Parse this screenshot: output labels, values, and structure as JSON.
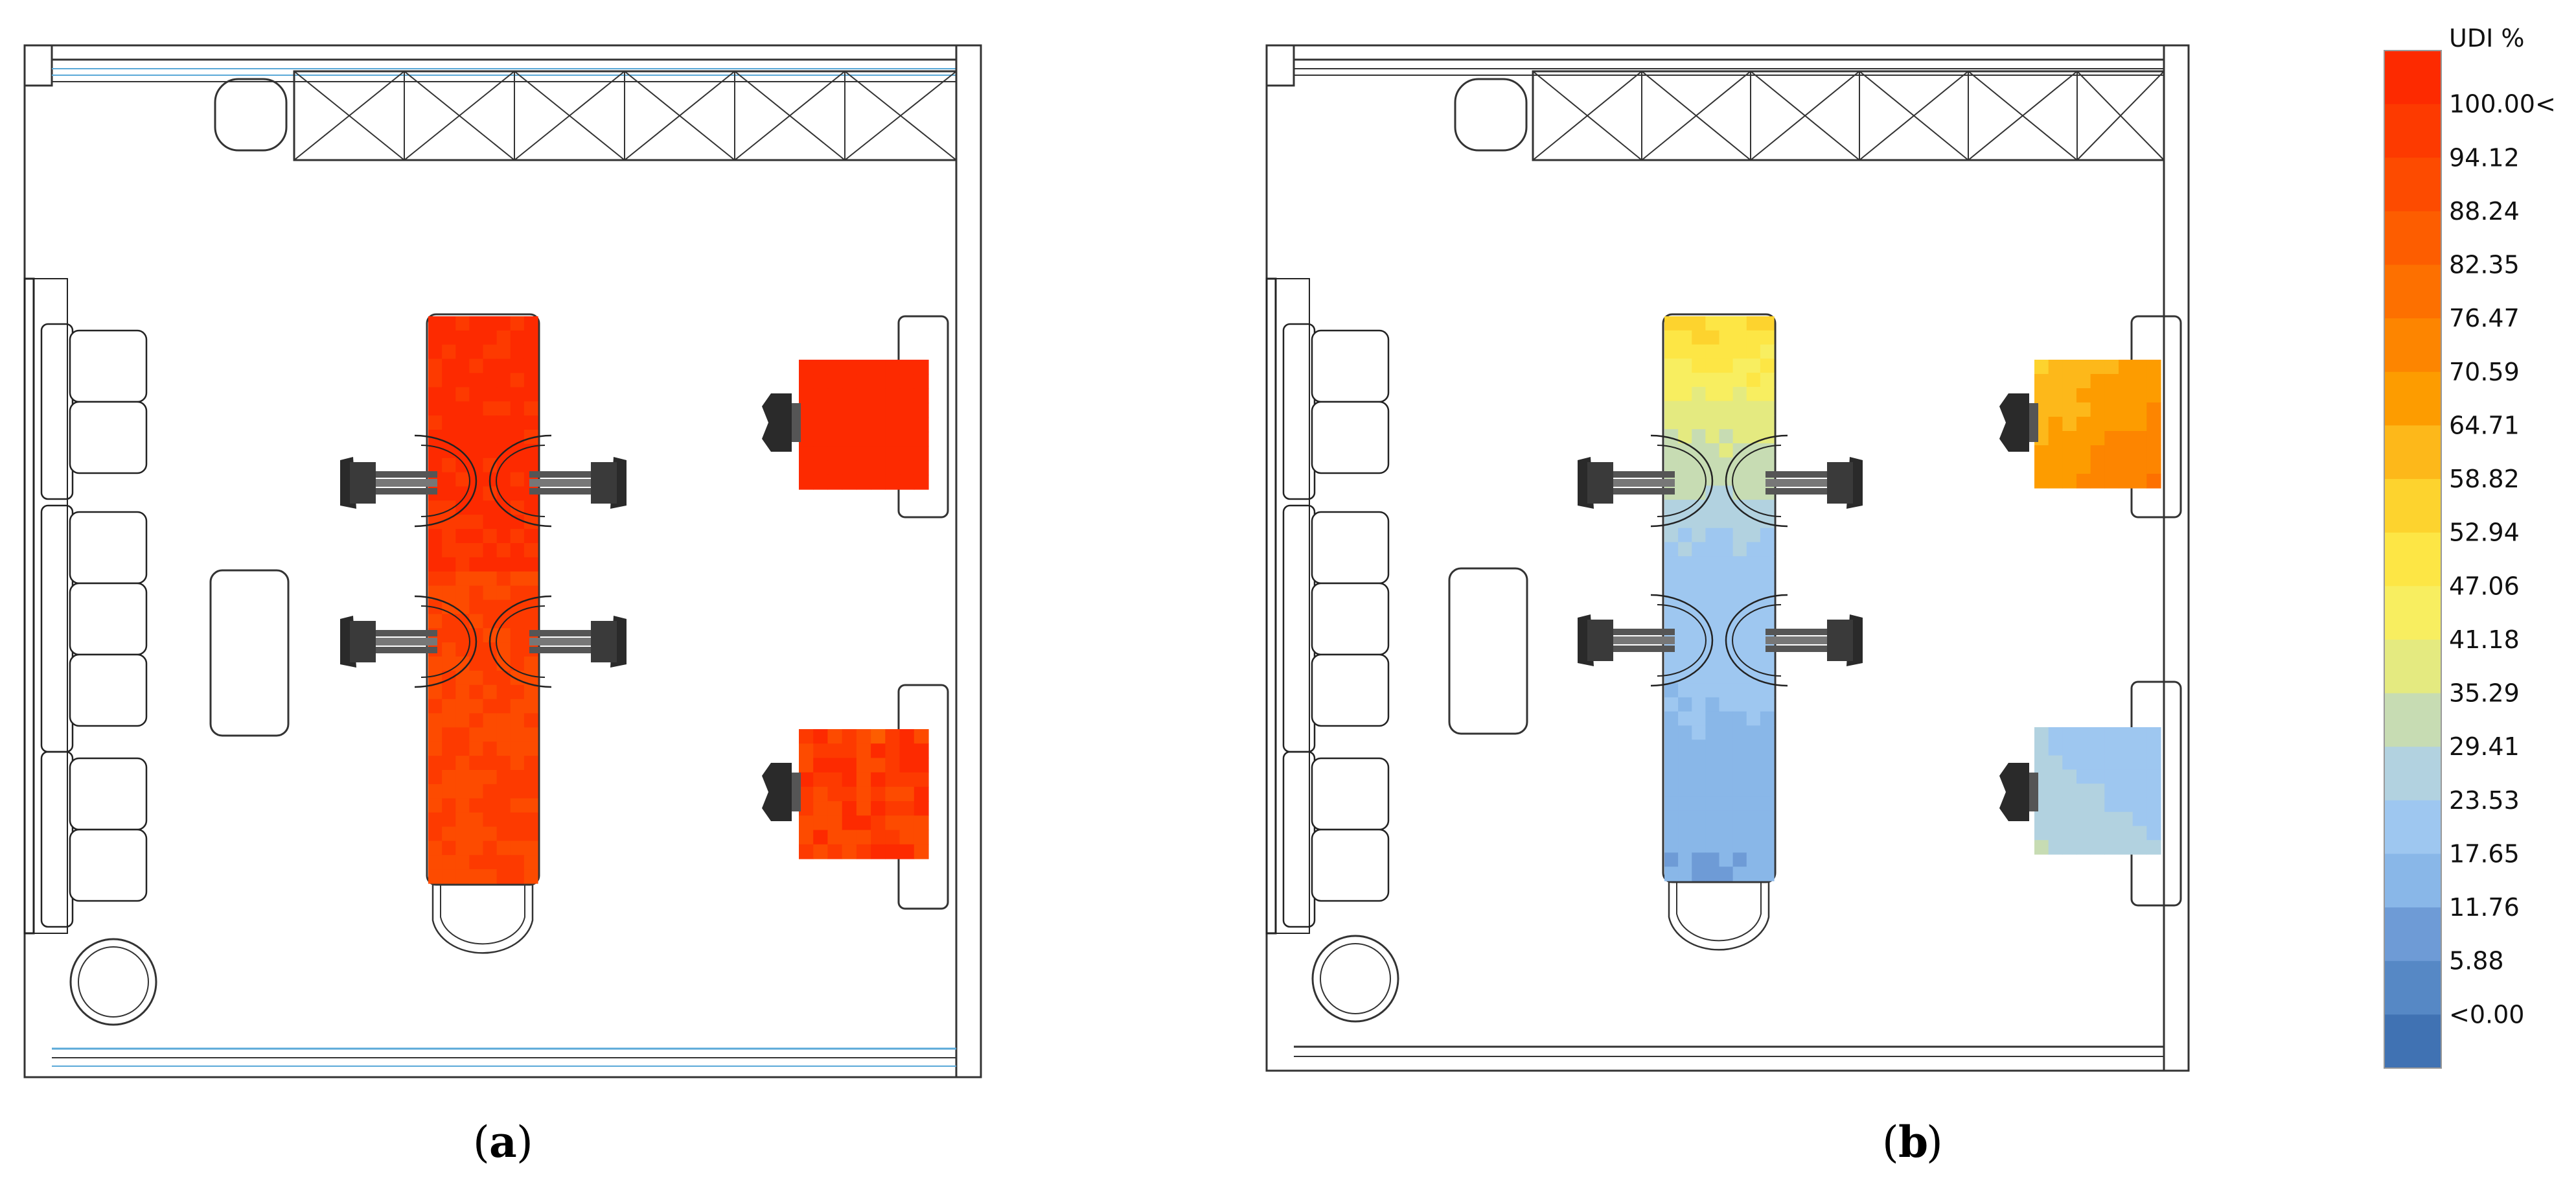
{
  "captions": {
    "a": "a",
    "b": "b"
  },
  "legend": {
    "title": "UDI %",
    "labels": [
      "100.00<",
      "94.12",
      "88.24",
      "82.35",
      "76.47",
      "70.59",
      "64.71",
      "58.82",
      "52.94",
      "47.06",
      "41.18",
      "35.29",
      "29.41",
      "23.53",
      "17.65",
      "11.76",
      "5.88",
      "<0.00"
    ],
    "colors": [
      "#fd2a00",
      "#fd3a00",
      "#fd4b00",
      "#fd5d00",
      "#fd7000",
      "#fd8500",
      "#fd9c00",
      "#fdb81a",
      "#fdd32e",
      "#fde645",
      "#f8ee60",
      "#e4ea80",
      "#c7dcb3",
      "#b2d2e0",
      "#9ec7f0",
      "#89b7e8",
      "#6e9bd6",
      "#5688c5",
      "#4072b3"
    ]
  },
  "panels": [
    {
      "id": "a",
      "udi_zones": [
        {
          "zone": "central-table-upper",
          "udi_percent_range": [
            88.24,
            100
          ]
        },
        {
          "zone": "central-table-lower",
          "udi_percent_range": [
            76.47,
            94.12
          ]
        },
        {
          "zone": "desk-top-right",
          "udi_percent_range": [
            94.12,
            100
          ]
        },
        {
          "zone": "desk-bottom-right",
          "udi_percent_range": [
            82.35,
            100
          ]
        }
      ]
    },
    {
      "id": "b",
      "udi_zones": [
        {
          "zone": "central-table-top",
          "udi_percent_range": [
            29.41,
            47.06
          ]
        },
        {
          "zone": "central-table-middle",
          "udi_percent_range": [
            17.65,
            29.41
          ]
        },
        {
          "zone": "central-table-bottom",
          "udi_percent_range": [
            5.88,
            17.65
          ]
        },
        {
          "zone": "desk-top-right",
          "udi_percent_range": [
            52.94,
            70.59
          ]
        },
        {
          "zone": "desk-bottom-right",
          "udi_percent_range": [
            11.76,
            23.53
          ]
        }
      ]
    }
  ]
}
